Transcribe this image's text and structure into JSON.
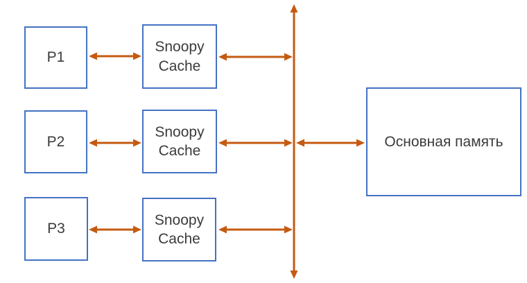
{
  "diagram": {
    "title_hint": "Snoopy cache coherence bus diagram",
    "colors": {
      "background": "#ffffff",
      "box_border": "#4472c4",
      "box_fill": "#ffffff",
      "arrow": "#c55a11",
      "text": "#3b3b3b"
    },
    "processors": [
      {
        "label": "P1"
      },
      {
        "label": "P2"
      },
      {
        "label": "P3"
      }
    ],
    "caches": [
      {
        "label": "Snoopy Cache"
      },
      {
        "label": "Snoopy Cache"
      },
      {
        "label": "Snoopy Cache"
      }
    ],
    "memory": {
      "label": "Основная память"
    }
  }
}
